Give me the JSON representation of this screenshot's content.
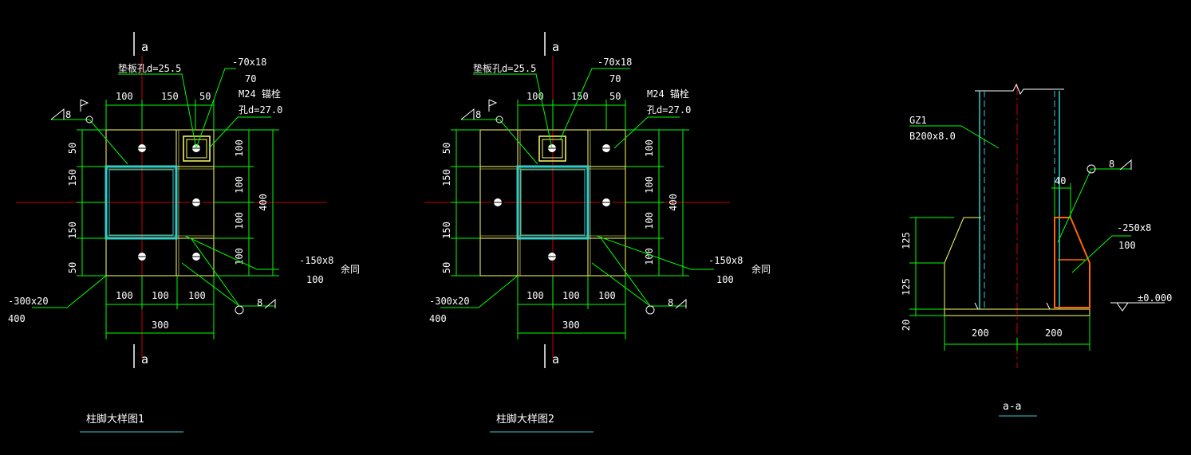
{
  "colors": {
    "background": "#000000",
    "plate": "#ffff66",
    "dimension": "#00ff00",
    "leader": "#00ff00",
    "column": "#33cccc",
    "centerline": "#cc0000",
    "text": "#ffffff",
    "stiffener": "#ff6600",
    "bolt": "#ffffff"
  },
  "detail1": {
    "title": "柱脚大样图1",
    "section_mark_top": "a",
    "section_mark_bottom": "a",
    "washer_hole": "垫板孔d=25.5",
    "washer_plate": "-70x18",
    "washer_size": "70",
    "anchor_bolt": "M24 锚栓",
    "bolt_hole": "孔d=27.0",
    "weld_size": "8",
    "weld_size_bottom": "8",
    "top_dims": [
      "100",
      "150",
      "50"
    ],
    "left_dims": [
      "50",
      "150",
      "150",
      "50"
    ],
    "right_dims": [
      "100",
      "100",
      "100",
      "100"
    ],
    "overall_height": "400",
    "bottom_dims": [
      "100",
      "100",
      "100"
    ],
    "overall_width": "300",
    "stiffener_label": "-150x8",
    "stiffener_size": "100",
    "stiffener_note": "余同",
    "base_plate_label": "-300x20",
    "base_plate_size": "400"
  },
  "detail2": {
    "title": "柱脚大样图2",
    "section_mark_top": "a",
    "section_mark_bottom": "a",
    "washer_hole": "垫板孔d=25.5",
    "washer_plate": "-70x18",
    "washer_size": "70",
    "anchor_bolt": "M24 锚栓",
    "bolt_hole": "孔d=27.0",
    "weld_size": "8",
    "weld_size_bottom": "8",
    "top_dims": [
      "100",
      "150",
      "50"
    ],
    "left_dims": [
      "50",
      "150",
      "150",
      "50"
    ],
    "right_dims": [
      "100",
      "100",
      "100",
      "100"
    ],
    "overall_height": "400",
    "bottom_dims": [
      "100",
      "100",
      "100"
    ],
    "overall_width": "300",
    "stiffener_label": "-150x8",
    "stiffener_size": "100",
    "stiffener_note": "余同",
    "base_plate_label": "-300x20",
    "base_plate_size": "400"
  },
  "section": {
    "title": "a-a",
    "column_label": "GZ1",
    "column_section": "B200x8.0",
    "weld_size": "8",
    "offset_dim": "40",
    "stiffener_label": "-250x8",
    "stiffener_size": "100",
    "elevation": "±0.000",
    "left_dims": [
      "125",
      "125",
      "20"
    ],
    "bottom_dims": [
      "200",
      "200"
    ]
  }
}
